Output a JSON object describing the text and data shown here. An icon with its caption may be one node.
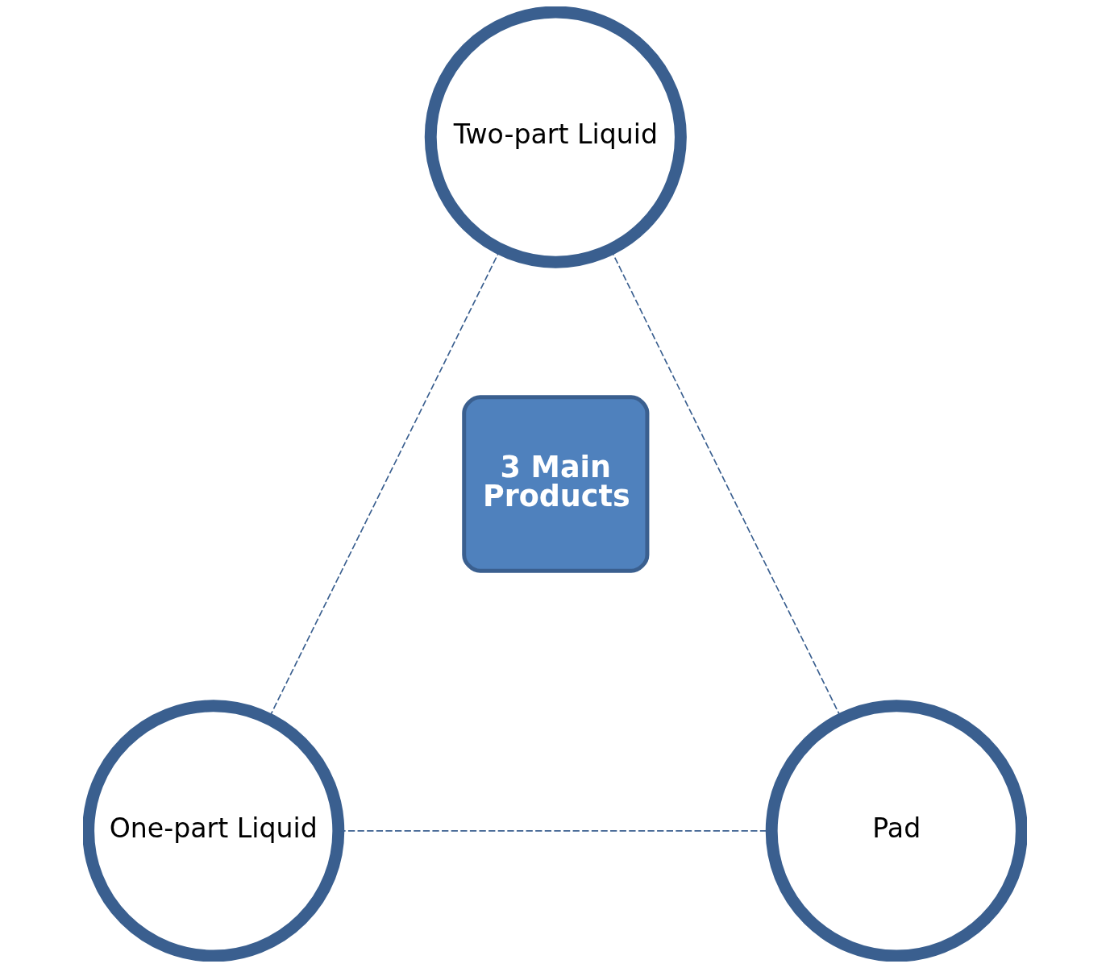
{
  "diagram": {
    "nodes": [
      {
        "text": [
          "Two-part Liquid"
        ]
      },
      {
        "text": [
          "3 Main Products"
        ]
      },
      {
        "text": [
          "One-part Liquid"
        ]
      },
      {
        "text": [
          "Pad"
        ]
      }
    ],
    "edges": [
      {
        "from": 0,
        "to": 2,
        "arrow": "none",
        "style": "dashed"
      },
      {
        "from": 0,
        "to": 3,
        "arrow": "none",
        "style": "dashed"
      },
      {
        "from": 2,
        "to": 3,
        "arrow": "none",
        "style": "dashed"
      }
    ]
  }
}
